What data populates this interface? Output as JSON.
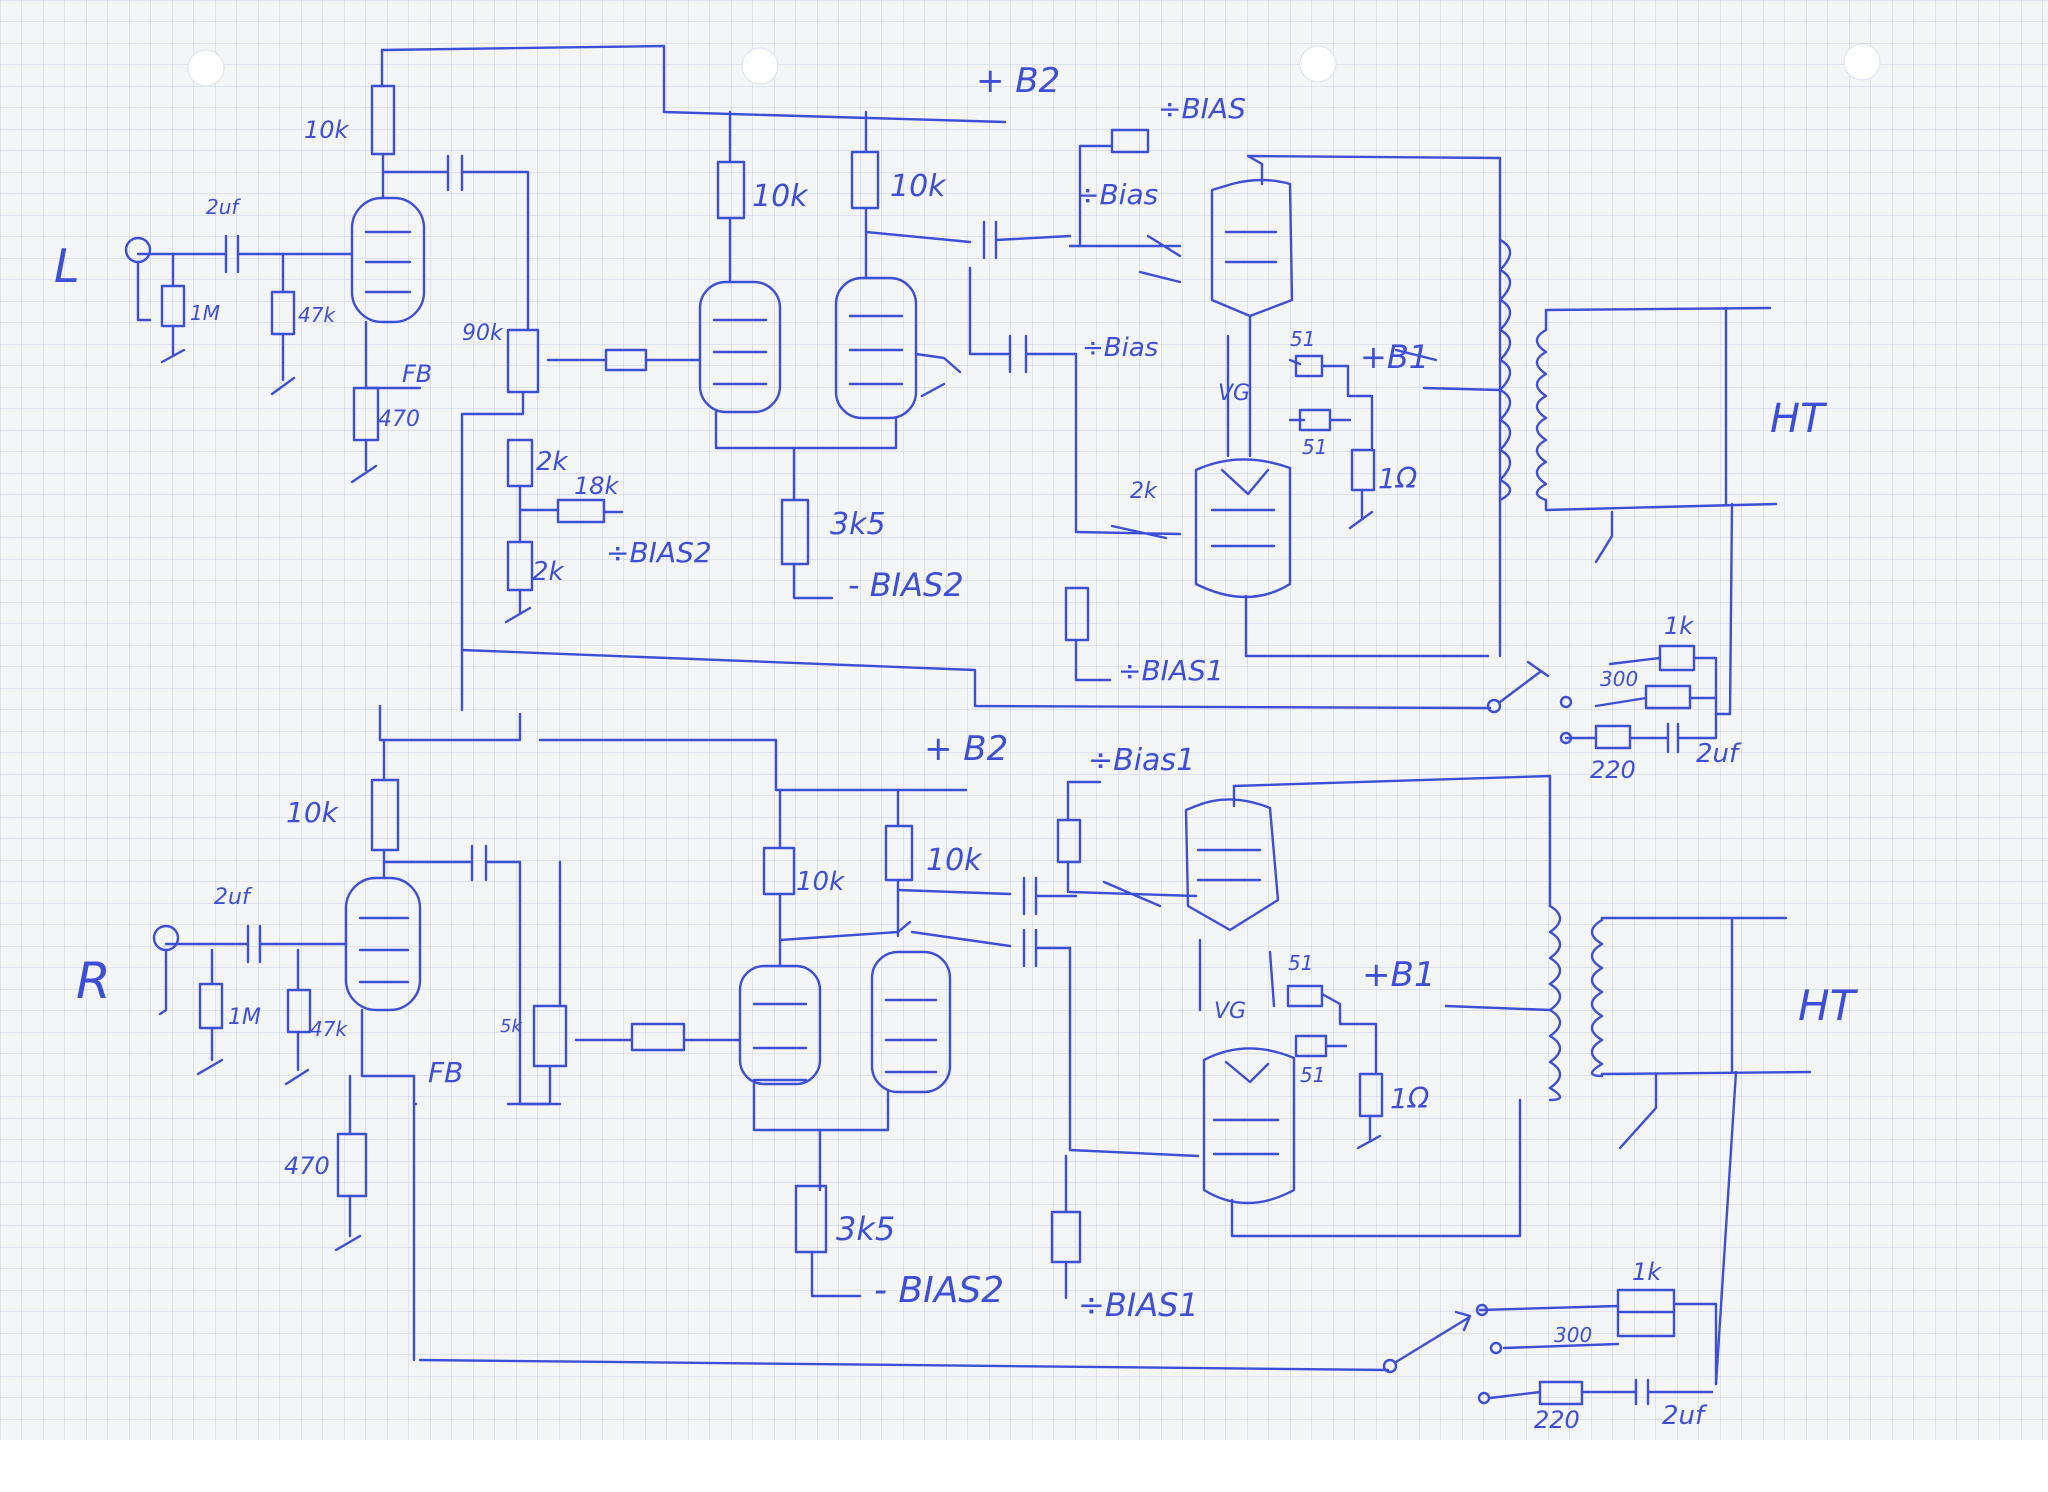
{
  "colors": {
    "paper": "#f4f5f7",
    "grid": "#c9cfe0",
    "ink": "#3d4fd6"
  },
  "channels": {
    "left": {
      "channel_label": "L",
      "supply": "+ B2",
      "input_cap": "2uf",
      "input_res": "1M",
      "grid_res": "47k",
      "plate_res": "10k",
      "cathode_res": "470",
      "feedback": "FB",
      "pot": "90k",
      "div_top": "2k",
      "div_bot": "2k",
      "div_series": "18k",
      "bias2_tap": "÷BIAS2",
      "pi_load_1": "10k",
      "pi_load_2": "10k",
      "tail_res": "3k5",
      "bias2": "- BIAS2",
      "bias_out_1": "÷BIAS",
      "bias_out_2": "÷Bias",
      "bias_out_3": "÷Bias",
      "out_grid_res": "2k",
      "cath_res_1": "51",
      "cath_res_2": "51",
      "vg": "VG",
      "sense_res": "1Ω",
      "b1": "+B1",
      "bias1": "÷BIAS1",
      "transformer": "HT",
      "fb_res_1": "1k",
      "fb_res_2": "300",
      "fb_res_3": "220",
      "fb_cap": "2uf"
    },
    "right": {
      "channel_label": "R",
      "supply": "+ B2",
      "input_cap": "2uf",
      "input_res": "1M",
      "grid_res": "47k",
      "plate_res": "10k",
      "cathode_res": "470",
      "feedback": "FB",
      "pot": "5k",
      "pi_load_1": "10k",
      "pi_load_2": "10k",
      "tail_res": "3k5",
      "bias2": "- BIAS2",
      "bias_top": "÷Bias1",
      "cath_res_1": "51",
      "cath_res_2": "51",
      "vg": "VG",
      "sense_res": "1Ω",
      "b1": "+B1",
      "bias1": "÷BIAS1",
      "transformer": "HT",
      "fb_res_1": "1k",
      "fb_res_2": "300",
      "fb_res_3": "220",
      "fb_cap": "2uf"
    }
  }
}
